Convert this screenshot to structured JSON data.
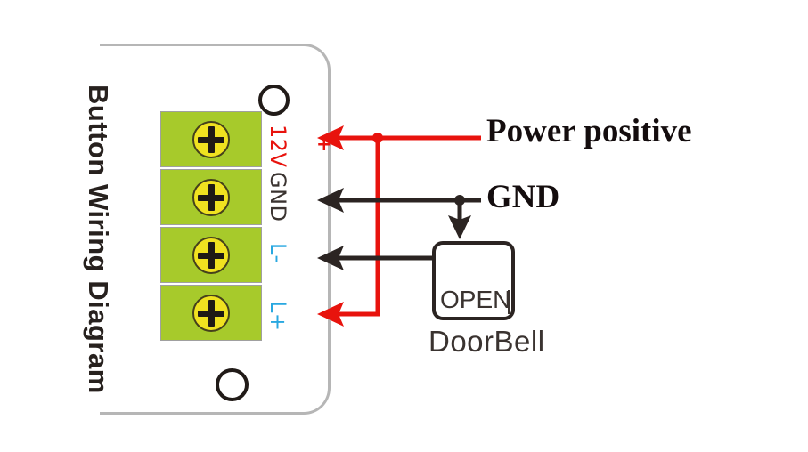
{
  "device": {
    "title": "Button Wiring Diagram",
    "terminals": [
      {
        "label": "12V"
      },
      {
        "label": "GND"
      },
      {
        "label": "L-"
      },
      {
        "label": "L+"
      }
    ]
  },
  "wires": {
    "power": {
      "label": "Power positive",
      "polarity_mark": "+",
      "to_terminal": "12V"
    },
    "gnd": {
      "label": "GND",
      "to_terminal": "GND"
    },
    "bell_l_minus": {
      "to_terminal": "L-"
    },
    "bell_l_plus": {
      "to_terminal": "L+"
    }
  },
  "doorbell": {
    "button_label": "OPEN",
    "caption": "DoorBell"
  },
  "colors": {
    "wire-red": "#e8130d",
    "wire-black": "#2b2422",
    "label-blue": "#29a8e0",
    "label-dark": "#3a3330",
    "terminal-green": "#a7ca2b",
    "screw-yellow": "#f0e220",
    "screw-ring": "#45411c",
    "panel-border": "#b6b6b6",
    "title-dark": "#27211e",
    "serif-black": "#140d0e"
  }
}
